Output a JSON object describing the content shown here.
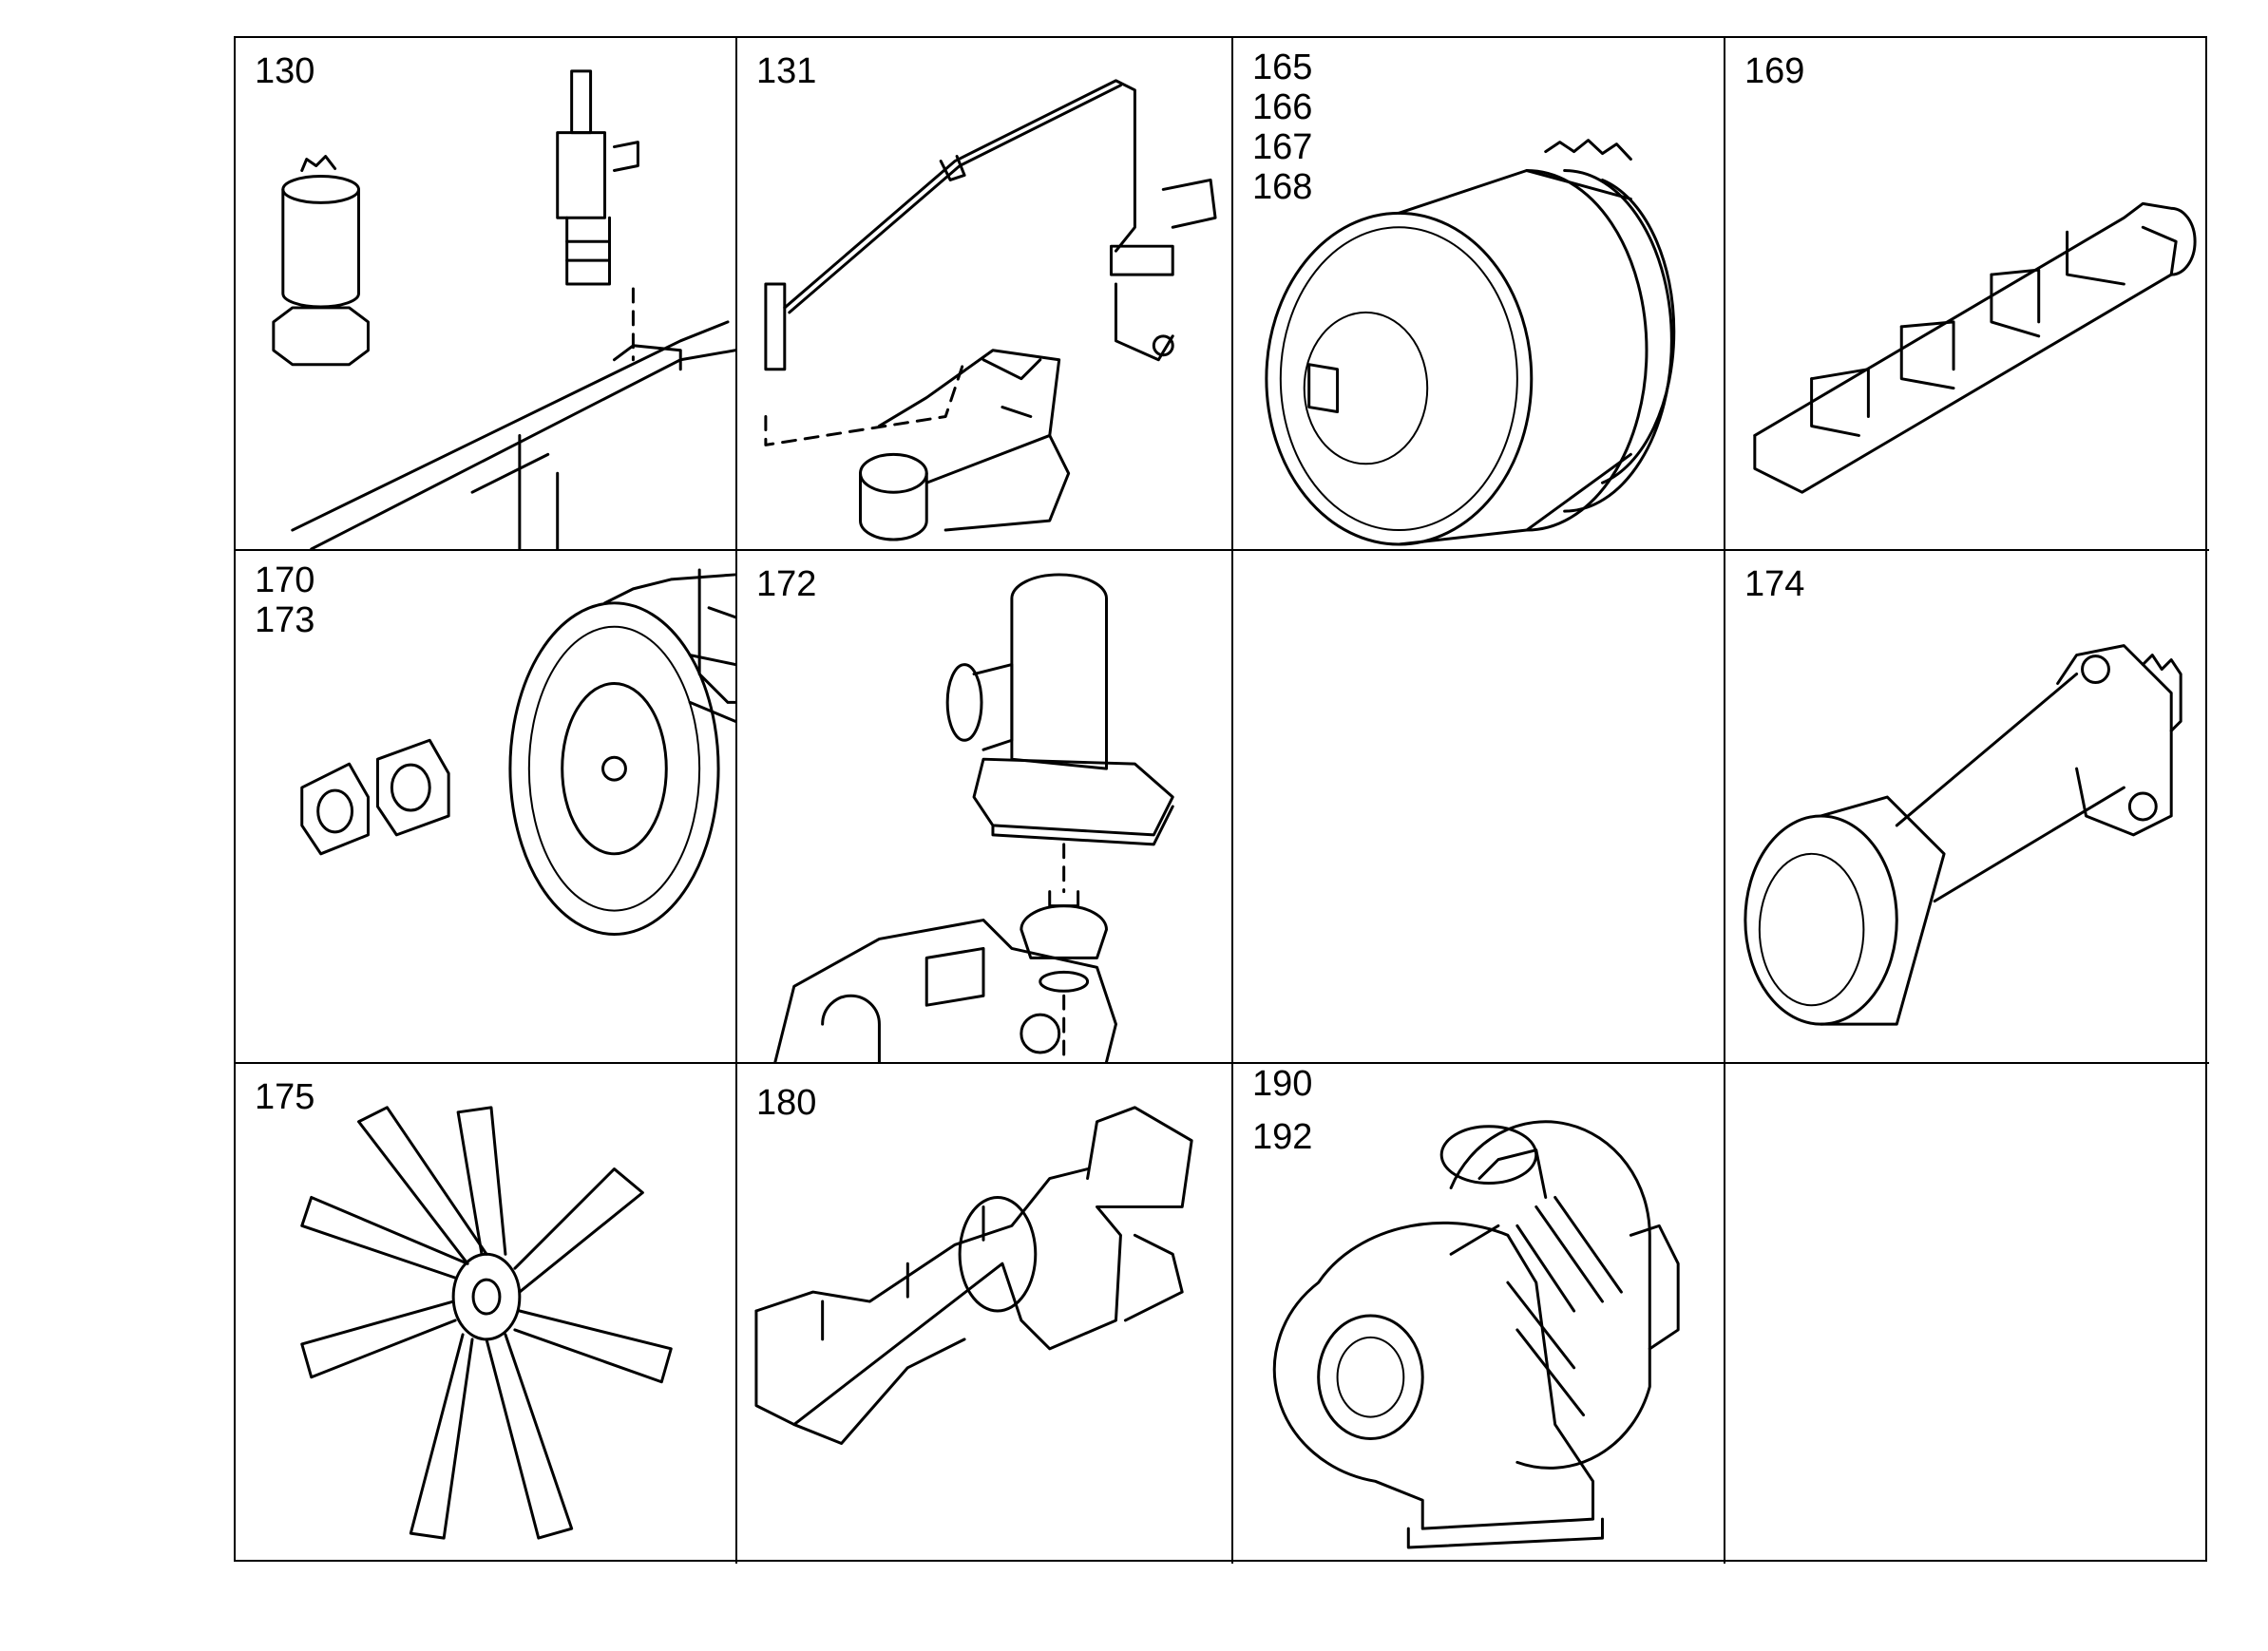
{
  "cells": [
    {
      "labels": [
        "130"
      ],
      "parts": [
        "fuel-filter-icon",
        "injector-icon"
      ]
    },
    {
      "labels": [
        "131"
      ],
      "parts": [
        "fuel-line-icon",
        "sensor-icon"
      ]
    },
    {
      "labels": [
        "165",
        "166",
        "167",
        "168"
      ],
      "parts": [
        "vibration-damper-icon"
      ]
    },
    {
      "labels": [
        "169"
      ],
      "parts": [
        "intake-manifold-icon"
      ]
    },
    {
      "labels": [
        "170",
        "173"
      ],
      "parts": [
        "gasket-icon",
        "flywheel-housing-icon"
      ]
    },
    {
      "labels": [
        "172"
      ],
      "parts": [
        "thermostat-housing-icon"
      ]
    },
    {
      "labels": [],
      "parts": []
    },
    {
      "labels": [
        "174"
      ],
      "parts": [
        "drive-shaft-icon"
      ]
    },
    {
      "labels": [
        "175"
      ],
      "parts": [
        "fan-icon"
      ]
    },
    {
      "labels": [
        "180"
      ],
      "parts": [
        "exhaust-manifold-icon"
      ]
    },
    {
      "labels": [
        "190",
        "192"
      ],
      "parts": [
        "turbocharger-icon"
      ]
    },
    {
      "labels": [],
      "parts": []
    }
  ]
}
